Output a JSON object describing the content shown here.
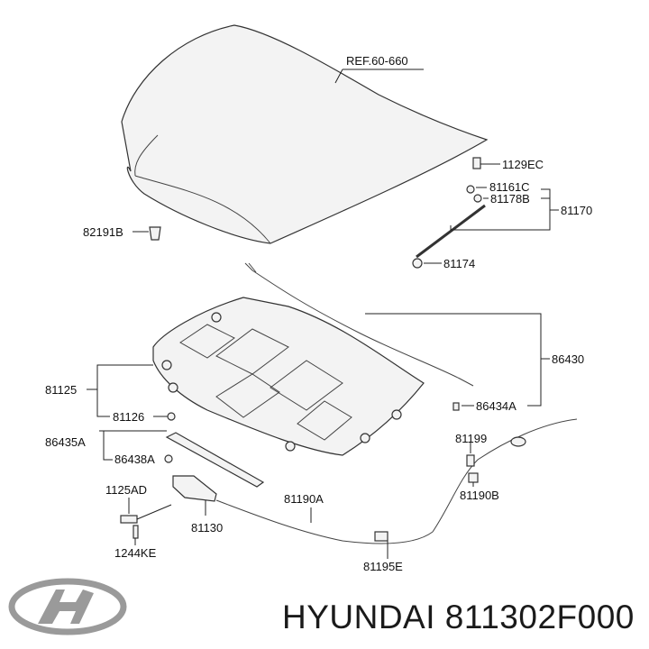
{
  "labels": {
    "ref": "REF.60-660",
    "p1129EC": "1129EC",
    "p81161C": "81161C",
    "p81178B": "81178B",
    "p81170": "81170",
    "p82191B": "82191B",
    "p81174": "81174",
    "p86430": "86430",
    "p81125": "81125",
    "p81126": "81126",
    "p86434A": "86434A",
    "p86435A": "86435A",
    "p86438A": "86438A",
    "p81199": "81199",
    "p81190B": "81190B",
    "p1125AD": "1125AD",
    "p81190A": "81190A",
    "p81130": "81130",
    "p1244KE": "1244KE",
    "p81195E": "81195E"
  },
  "caption": "HYUNDAI 811302F000",
  "brand": {
    "logo_name": "hyundai-logo",
    "logo_color": "#9a9a9a"
  }
}
